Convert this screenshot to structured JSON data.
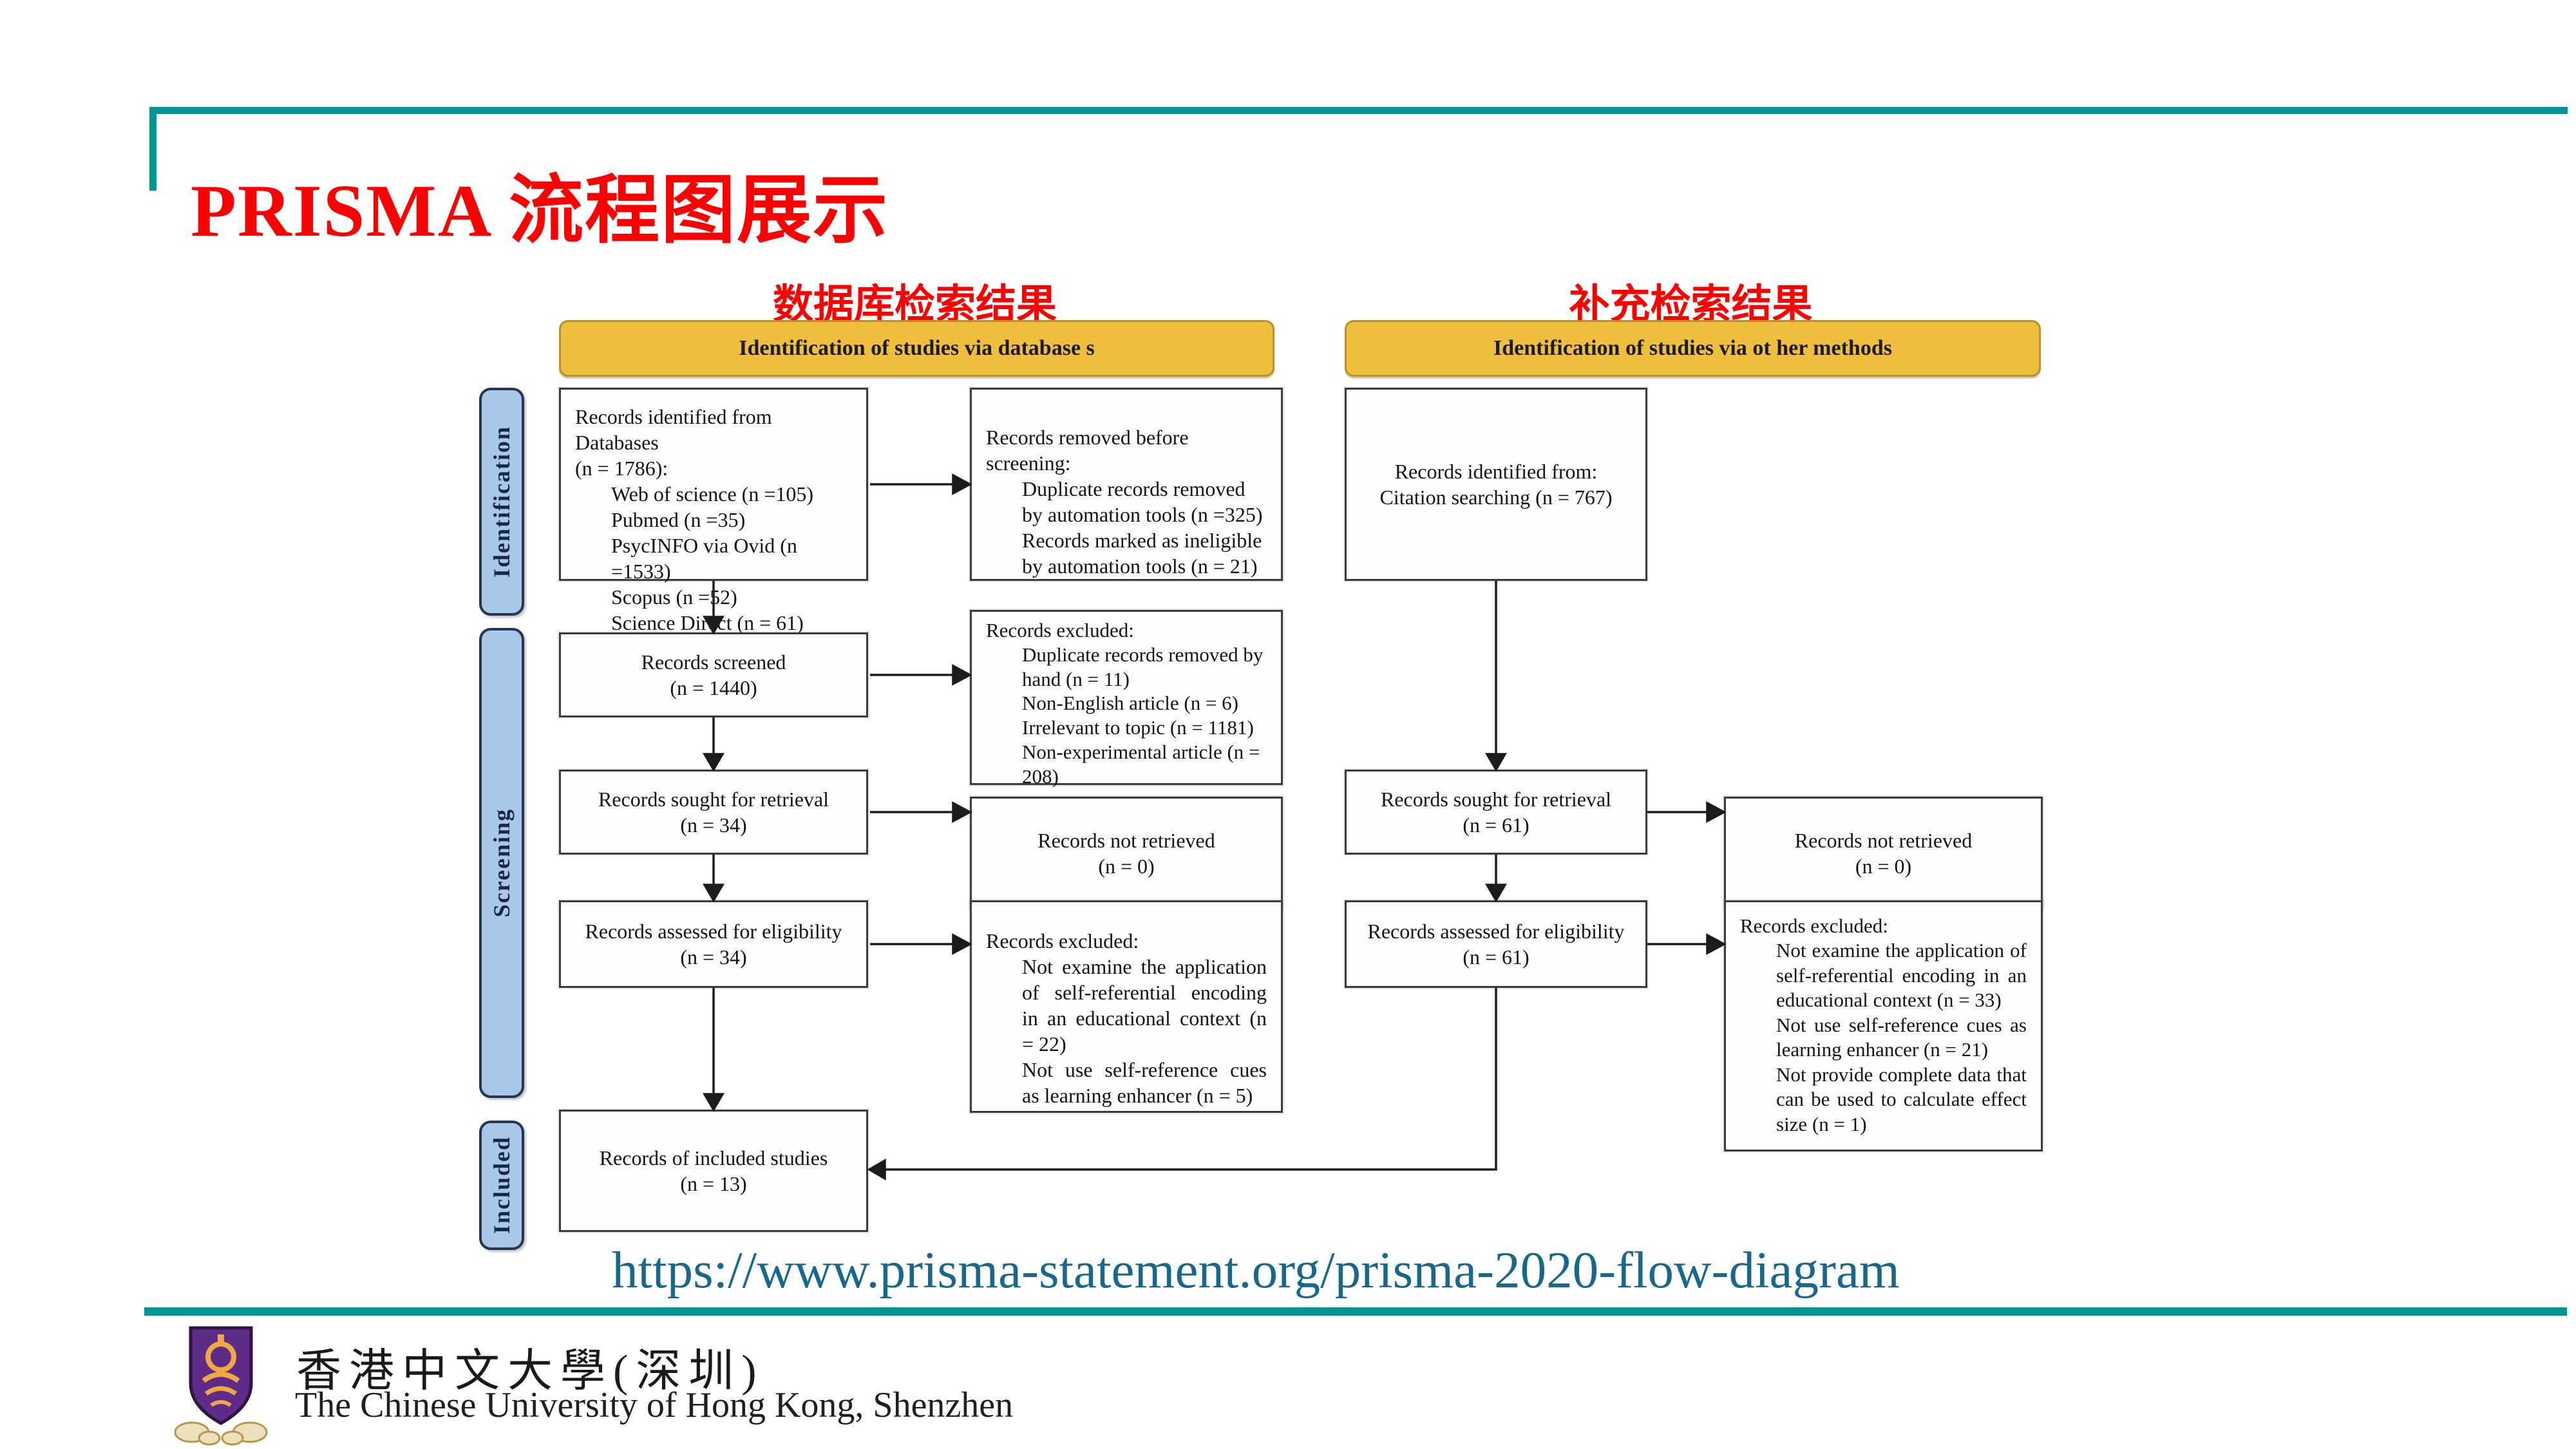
{
  "slide": {
    "title": "PRISMA 流程图展示"
  },
  "columns": {
    "db": {
      "header": "数据库检索结果",
      "banner": "Identification of studies via database s"
    },
    "other": {
      "header": "补充检索结果",
      "banner": "Identification of studies via ot her methods"
    }
  },
  "stages": {
    "identification": "Identification",
    "screening": "Screening",
    "included": "Included"
  },
  "boxes": {
    "db_identified": {
      "title": "Records identified from Databases",
      "subtitle": "(n = 1786):",
      "items": [
        "Web of science (n =105)",
        "Pubmed (n =35)",
        "PsycINFO via Ovid (n =1533)",
        "Scopus (n =52)",
        "Science Direct (n = 61)"
      ]
    },
    "removed_before_screening": {
      "title": "Records removed before screening:",
      "items": [
        "Duplicate records removed by automation tools (n =325)",
        "Records marked as ineligible by automation tools (n = 21)"
      ]
    },
    "records_screened": {
      "line1": "Records screened",
      "line2": "(n = 1440)"
    },
    "excluded_screening": {
      "title": "Records excluded:",
      "items": [
        "Duplicate records removed by hand (n = 11)",
        "Non-English article (n = 6)",
        "Irrelevant to topic (n = 1181)",
        "Non-experimental article (n = 208)"
      ]
    },
    "sought_db": {
      "line1": "Records sought for retrieval",
      "line2": "(n = 34)"
    },
    "not_retrieved_db": {
      "line1": "Records not retrieved",
      "line2": "(n = 0)"
    },
    "eligibility_db": {
      "line1": "Records assessed for eligibility",
      "line2": "(n = 34)"
    },
    "excluded_eligibility_db": {
      "title": "Records excluded:",
      "items": [
        "Not examine the application of self-referential encoding in an educational context (n = 22)",
        "Not use self-reference cues as learning enhancer (n = 5)"
      ]
    },
    "included_studies": {
      "line1": "Records of included studies",
      "line2": "(n = 13)"
    },
    "citation_identified": {
      "line1": "Records identified from:",
      "line2": "Citation searching (n = 767)"
    },
    "sought_other": {
      "line1": "Records sought for retrieval",
      "line2": "(n = 61)"
    },
    "not_retrieved_other": {
      "line1": "Records not retrieved",
      "line2": "(n = 0)"
    },
    "eligibility_other": {
      "line1": "Records assessed for eligibility",
      "line2": "(n = 61)"
    },
    "excluded_eligibility_other": {
      "title": "Records excluded:",
      "items": [
        "Not examine the application of self-referential encoding in an educational context (n = 33)",
        "Not use self-reference cues as learning enhancer (n = 21)",
        "Not provide complete data that can be used to calculate effect size (n = 1)"
      ]
    }
  },
  "link": {
    "url": "https://www.prisma-statement.org/prisma-2020-flow-diagram"
  },
  "footer": {
    "university_cn": "香港中文大學(深圳)",
    "university_en": "The Chinese University of Hong Kong, Shenzhen"
  },
  "colors": {
    "accent_teal": "#009693",
    "title_red": "#ff0000",
    "banner_yellow": "#efbe3c",
    "sidebar_blue": "#a9c7e9",
    "url_blue": "#17688c",
    "shield_purple": "#5e2c88",
    "shield_gold": "#eda93f"
  }
}
